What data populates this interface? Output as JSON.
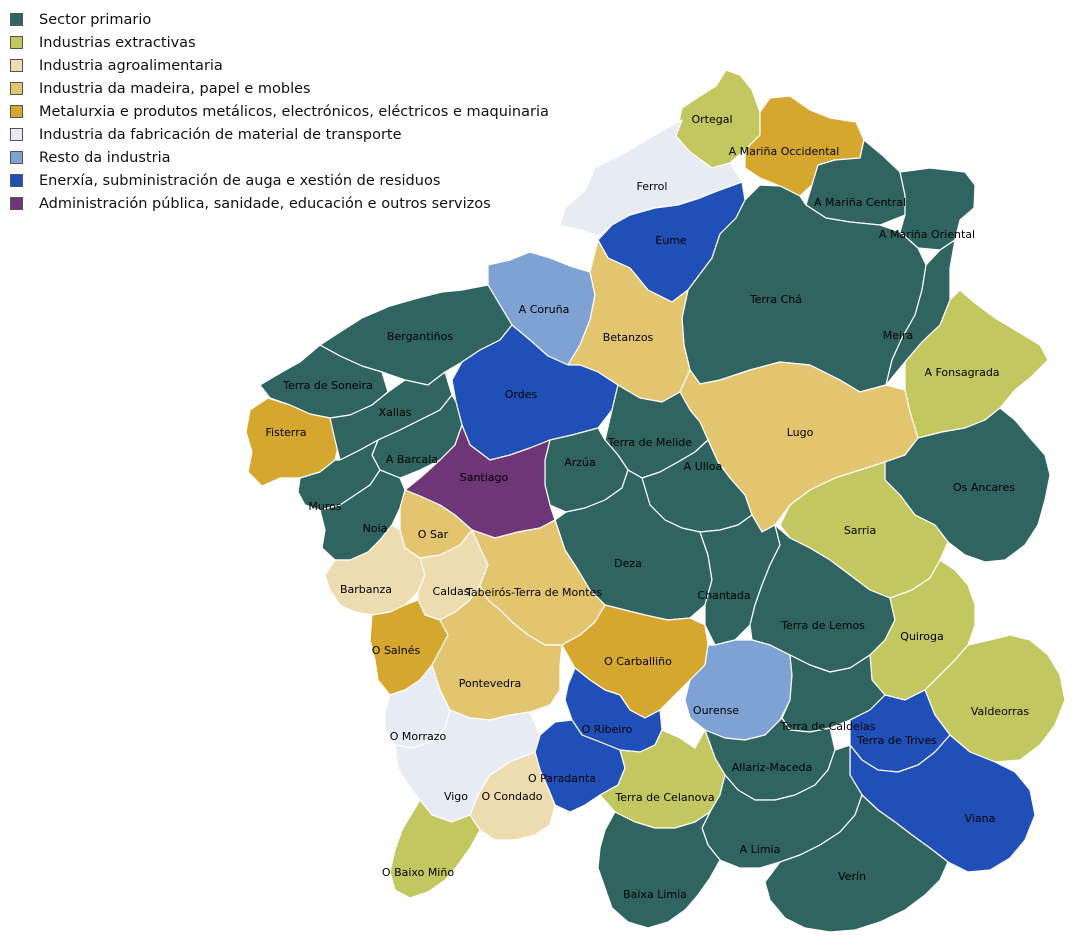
{
  "colors": {
    "primario": "#2f6461",
    "extractivas": "#c3c760",
    "agro": "#eddcb0",
    "madeira": "#e3c46f",
    "metal": "#d6a72f",
    "transporte": "#e7ecf4",
    "resto": "#7da2d3",
    "enerxia": "#1f4fb7",
    "admin": "#6e3577"
  },
  "legend": [
    {
      "key": "primario",
      "label": "Sector primario"
    },
    {
      "key": "extractivas",
      "label": "Industrias extractivas"
    },
    {
      "key": "agro",
      "label": "Industria agroalimentaria"
    },
    {
      "key": "madeira",
      "label": "Industria da madeira, papel e mobles"
    },
    {
      "key": "metal",
      "label": "Metalurxia e produtos metálicos, electrónicos, eléctricos e maquinaria"
    },
    {
      "key": "transporte",
      "label": "Industria da fabricación de material de transporte"
    },
    {
      "key": "resto",
      "label": "Resto da industria"
    },
    {
      "key": "enerxia",
      "label": "Enerxía, subministración de auga e xestión de residuos"
    },
    {
      "key": "admin",
      "label": "Administración pública, sanidade, educación e outros servizos"
    }
  ],
  "comarcas": [
    {
      "name": "Ortegal",
      "cat": "extractivas"
    },
    {
      "name": "A Mariña Occidental",
      "cat": "metal"
    },
    {
      "name": "Ferrol",
      "cat": "transporte"
    },
    {
      "name": "A Mariña Central",
      "cat": "primario"
    },
    {
      "name": "A Mariña Oriental",
      "cat": "primario"
    },
    {
      "name": "Eume",
      "cat": "enerxia"
    },
    {
      "name": "Terra Chá",
      "cat": "primario"
    },
    {
      "name": "A Coruña",
      "cat": "resto"
    },
    {
      "name": "Betanzos",
      "cat": "madeira"
    },
    {
      "name": "Bergantiños",
      "cat": "primario"
    },
    {
      "name": "Meira",
      "cat": "primario"
    },
    {
      "name": "A Fonsagrada",
      "cat": "extractivas"
    },
    {
      "name": "Terra de Soneira",
      "cat": "primario"
    },
    {
      "name": "Ordes",
      "cat": "enerxia"
    },
    {
      "name": "Fisterra",
      "cat": "metal"
    },
    {
      "name": "Xallas",
      "cat": "primario"
    },
    {
      "name": "Lugo",
      "cat": "madeira"
    },
    {
      "name": "Terra de Melide",
      "cat": "primario"
    },
    {
      "name": "A Barcala",
      "cat": "primario"
    },
    {
      "name": "Arzúa",
      "cat": "primario"
    },
    {
      "name": "Santiago",
      "cat": "admin"
    },
    {
      "name": "A Ulloa",
      "cat": "primario"
    },
    {
      "name": "Os Ancares",
      "cat": "primario"
    },
    {
      "name": "Muros",
      "cat": "primario"
    },
    {
      "name": "Noia",
      "cat": "primario"
    },
    {
      "name": "O Sar",
      "cat": "madeira"
    },
    {
      "name": "Sarria",
      "cat": "extractivas"
    },
    {
      "name": "Deza",
      "cat": "primario"
    },
    {
      "name": "Barbanza",
      "cat": "agro"
    },
    {
      "name": "Caldas",
      "cat": "agro"
    },
    {
      "name": "Tabeirós-Terra de Montes",
      "cat": "madeira"
    },
    {
      "name": "Chantada",
      "cat": "primario"
    },
    {
      "name": "Terra de Lemos",
      "cat": "primario"
    },
    {
      "name": "Quiroga",
      "cat": "extractivas"
    },
    {
      "name": "O Salnés",
      "cat": "metal"
    },
    {
      "name": "O Carballiño",
      "cat": "metal"
    },
    {
      "name": "Pontevedra",
      "cat": "madeira"
    },
    {
      "name": "Valdeorras",
      "cat": "extractivas"
    },
    {
      "name": "Ourense",
      "cat": "resto"
    },
    {
      "name": "O Ribeiro",
      "cat": "enerxia"
    },
    {
      "name": "Terra de Caldelas",
      "cat": "primario"
    },
    {
      "name": "O Morrazo",
      "cat": "transporte"
    },
    {
      "name": "Terra de Trives",
      "cat": "enerxia"
    },
    {
      "name": "Allariz-Maceda",
      "cat": "primario"
    },
    {
      "name": "O Paradanta",
      "cat": "enerxia"
    },
    {
      "name": "Vigo",
      "cat": "transporte"
    },
    {
      "name": "O Condado",
      "cat": "agro"
    },
    {
      "name": "Terra de Celanova",
      "cat": "extractivas"
    },
    {
      "name": "Viana",
      "cat": "enerxia"
    },
    {
      "name": "A Limia",
      "cat": "primario"
    },
    {
      "name": "O Baixo Miño",
      "cat": "extractivas"
    },
    {
      "name": "Verín",
      "cat": "primario"
    },
    {
      "name": "Baixa Limia",
      "cat": "primario"
    }
  ]
}
